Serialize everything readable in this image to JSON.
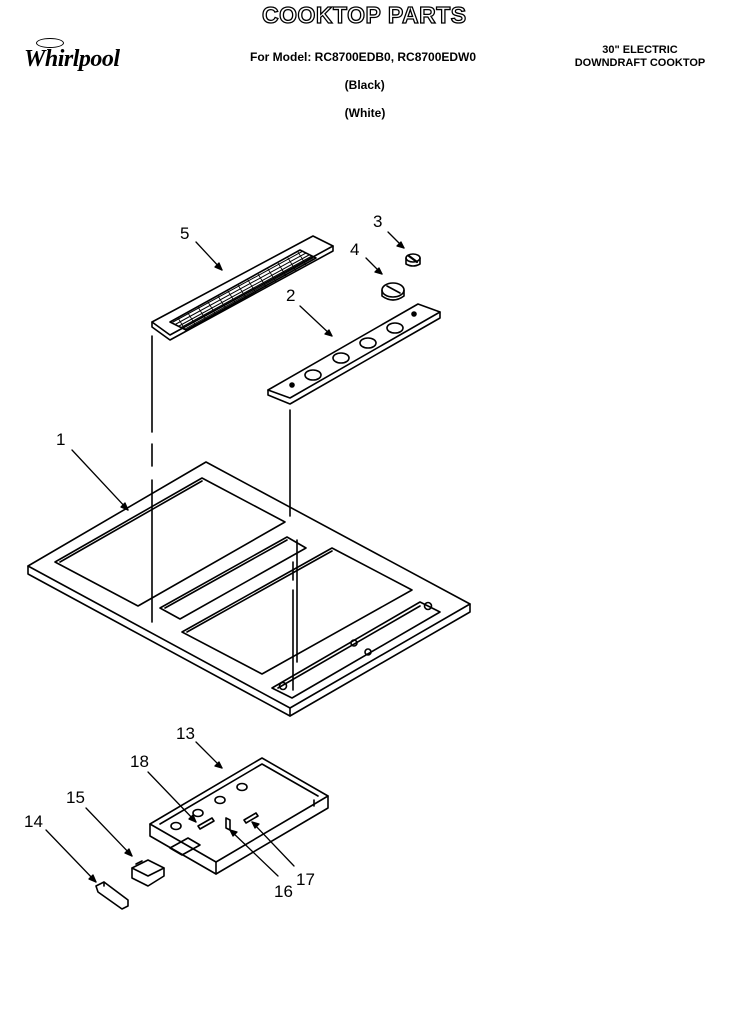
{
  "brand": {
    "logo_text": "Whirlpool"
  },
  "header": {
    "title": "COOKTOP PARTS",
    "model_line": "For Model: RC8700EDB0, RC8700EDW0",
    "variant_black": "(Black)",
    "variant_white": "(White)",
    "description_line1": "30\" ELECTRIC",
    "description_line2": "DOWNDRAFT COOKTOP"
  },
  "callouts": {
    "c1": "1",
    "c2": "2",
    "c3": "3",
    "c4": "4",
    "c5": "5",
    "c13": "13",
    "c14": "14",
    "c15": "15",
    "c16": "16",
    "c17": "17",
    "c18": "18"
  }
}
